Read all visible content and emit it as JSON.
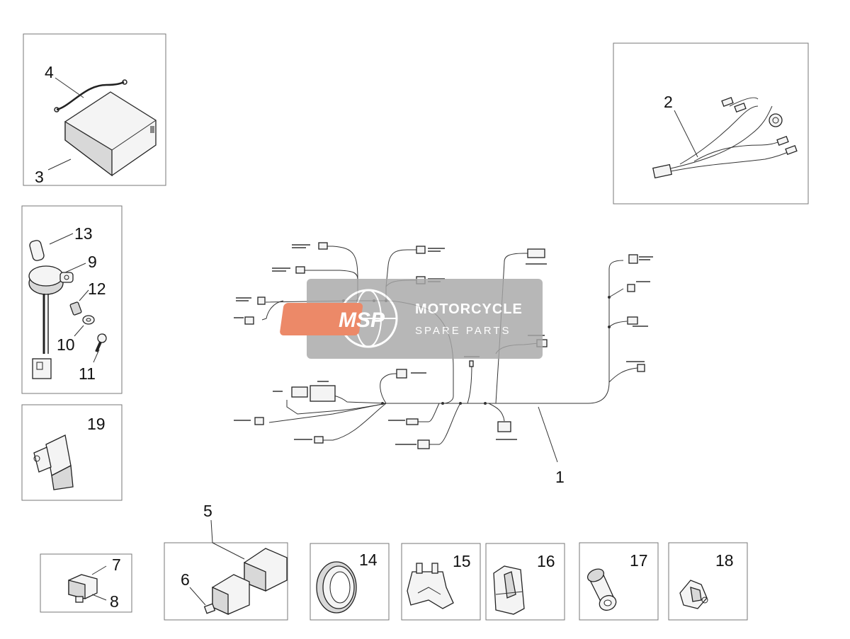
{
  "callouts": {
    "c1": "1",
    "c2": "2",
    "c3": "3",
    "c4": "4",
    "c5": "5",
    "c6": "6",
    "c7": "7",
    "c8": "8",
    "c9": "9",
    "c10": "10",
    "c11": "11",
    "c12": "12",
    "c13": "13",
    "c14": "14",
    "c15": "15",
    "c16": "16",
    "c17": "17",
    "c18": "18",
    "c19": "19"
  },
  "watermark": {
    "logo": "MSP",
    "title": "MOTORCYCLE",
    "subtitle": "SPARE PARTS"
  },
  "colors": {
    "watermark_bg": "#a8a8a8",
    "logo_badge": "#e87048",
    "line": "#333333",
    "frame": "#777777"
  }
}
